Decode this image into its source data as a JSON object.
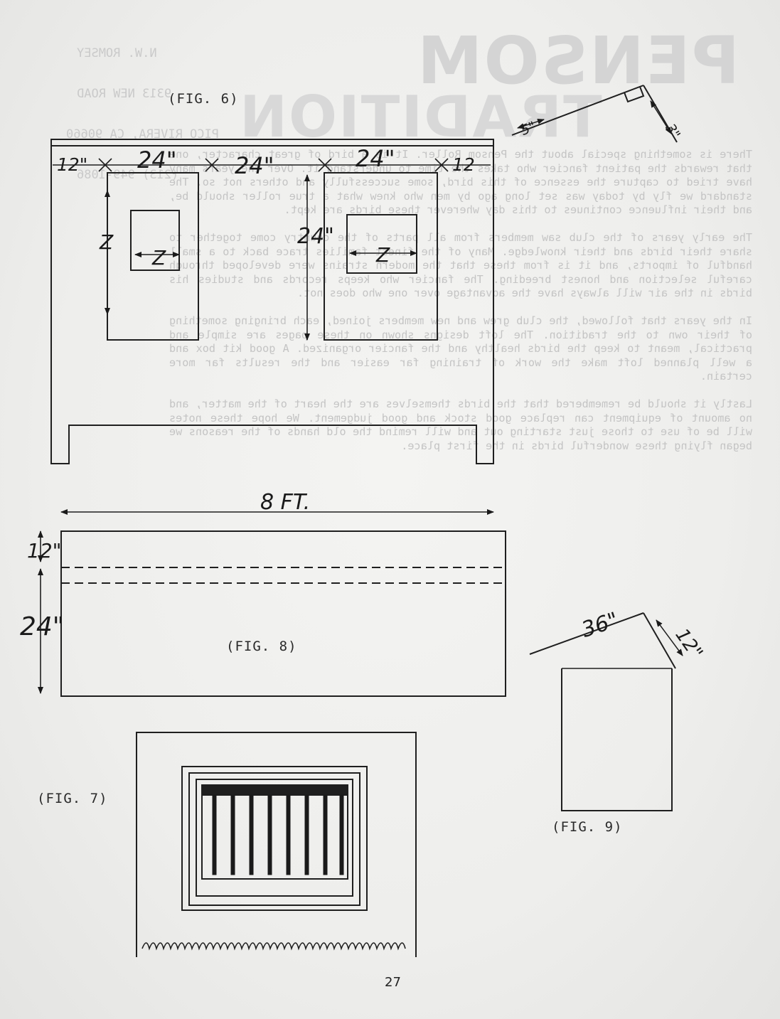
{
  "bleed_through": {
    "address_lines": [
      "N.W. ROMSEY",
      "9313 NEW ROAD",
      "PICO RIVERA, CA 90660",
      "(213) 949-1086"
    ],
    "title_line1": "PENSOM",
    "title_line2": "TRADITION",
    "body_paragraphs": [
      "There is something special about the Pensom Roller. It is a bird of great character, one that rewards the patient fancier who takes the time to understand it. Over the years many have tried to capture the essence of this bird, some successfully and others not so. The standard we fly by today was set long ago by men who knew what a true roller should be, and their influence continues to this day wherever these birds are kept.",
      "The early years of the club saw members from all parts of the country come together to share their birds and their knowledge. Many of the finest families trace back to a small handful of imports, and it is from these that the modern strains were developed through careful selection and honest breeding. The fancier who keeps records and studies his birds in the air will always have the advantage over one who does not.",
      "In the years that followed, the club grew and new members joined, each bringing something of their own to the tradition. The loft designs shown on these pages are simple and practical, meant to keep the birds healthy and the fancier organized. A good kit box and a well planned loft make the work of training far easier and the results far more certain.",
      "Lastly it should be remembered that the birds themselves are the heart of the matter, and no amount of equipment can replace good stock and good judgement. We hope these notes will be of use to those just starting out and will remind the old hands of the reasons we began flying these wonderful birds in the first place."
    ]
  },
  "figures": {
    "fig6": {
      "caption": "(FIG. 6)",
      "dims": {
        "left_margin": "12\"",
        "panel1": "24\"",
        "panel2": "24\"",
        "panel3": "24\"",
        "right_margin": "12",
        "height": "24\"",
        "z_marks": [
          "Z",
          "Z",
          "Z"
        ],
        "inset_width": "5\"",
        "inset_depth": "3\""
      }
    },
    "fig7": {
      "caption": "(FIG. 7)"
    },
    "fig8": {
      "caption": "(FIG. 8)",
      "width": "8 FT.",
      "top": "12\"",
      "height": "24\""
    },
    "fig9": {
      "caption": "(FIG. 9)",
      "length": "36\"",
      "depth": "12\""
    }
  },
  "page_number": "27"
}
